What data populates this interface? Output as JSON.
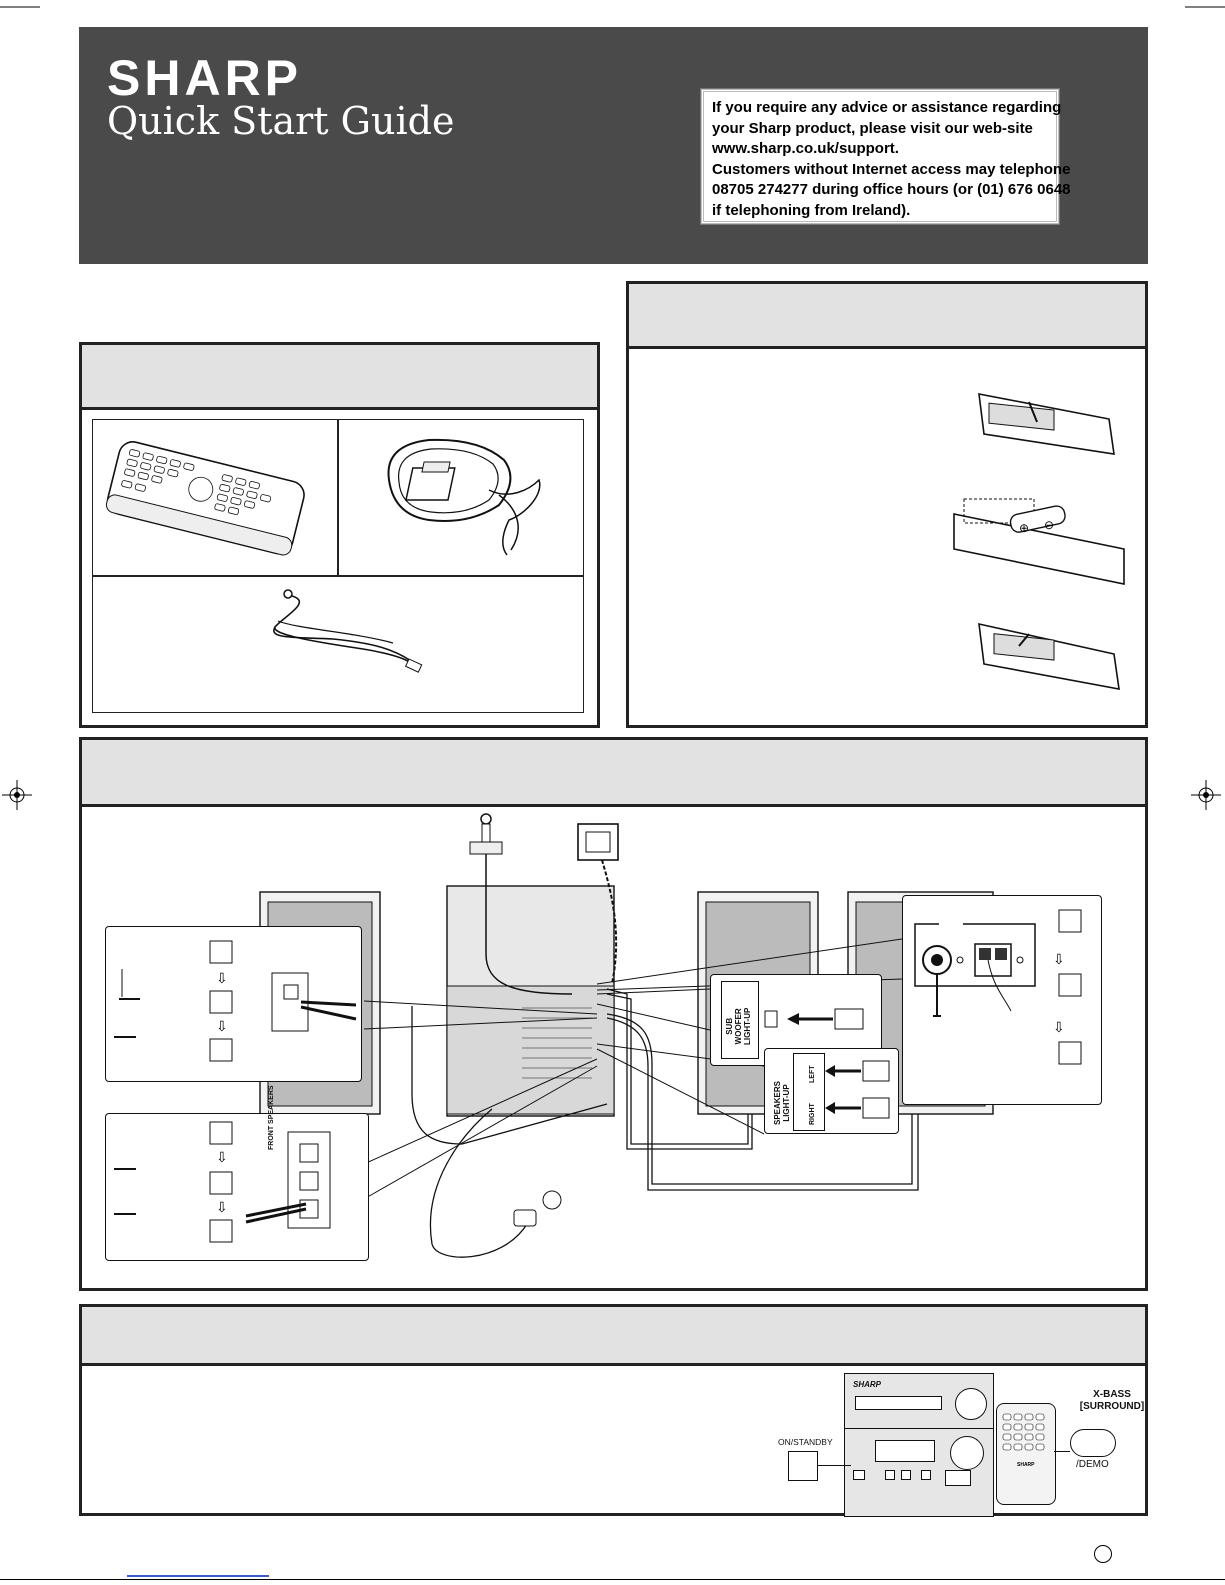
{
  "header": {
    "brand": "SHARP",
    "title": "Quick Start Guide",
    "help_lines": [
      "If you require any advice or assistance regarding",
      "your Sharp product, please visit our web-site",
      "www.sharp.co.uk/support.",
      "Customers without Internet access may telephone",
      "08705 274277 during office hours (or (01) 676 0648",
      "if telephoning from Ireland)."
    ]
  },
  "connections": {
    "subwoofer_label": [
      "SUB",
      "WOOFER",
      "LIGHT-UP"
    ],
    "speakers_label": [
      "SPEAKERS",
      "LIGHT-UP"
    ],
    "left": "LEFT",
    "right": "RIGHT",
    "front_speakers": "FRONT SPEAKERS"
  },
  "operation": {
    "on_standby_label": "ON/STANDBY",
    "xbass_label": "X-BASS",
    "surround_label": "[SURROUND]",
    "demo_label": "/DEMO",
    "unit_brand": "SHARP"
  }
}
